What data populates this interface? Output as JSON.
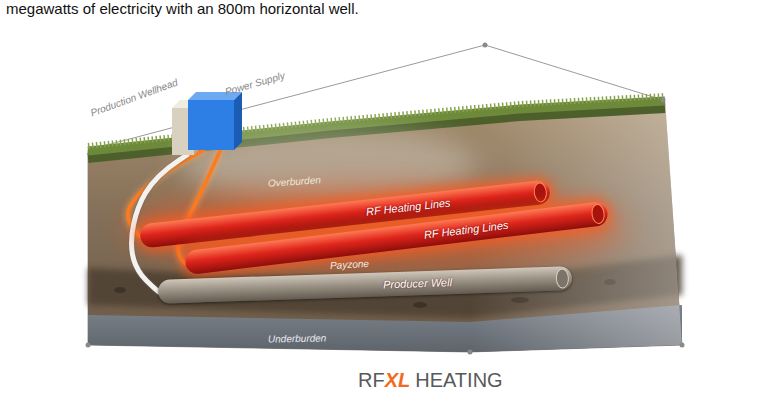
{
  "diagram": {
    "nodes": [
      {
        "text": [
          "Production Wellhead"
        ]
      },
      {
        "text": [
          "Power Supply"
        ]
      },
      {
        "text": [
          "RF Heating Lines"
        ]
      },
      {
        "text": [
          "RF Heating Lines"
        ]
      },
      {
        "text": [
          "Producer Well"
        ]
      }
    ],
    "edges": [
      {
        "from": 1,
        "to": 2,
        "arrow": "none"
      },
      {
        "from": 1,
        "to": 3,
        "arrow": "none"
      },
      {
        "from": 0,
        "to": 4,
        "arrow": "none"
      }
    ],
    "labels": [
      "megawatts of electricity with an 800m horizontal well.",
      "Overburden",
      "Payzone",
      "Underburden",
      "RF",
      "XL",
      "HEATING"
    ]
  }
}
